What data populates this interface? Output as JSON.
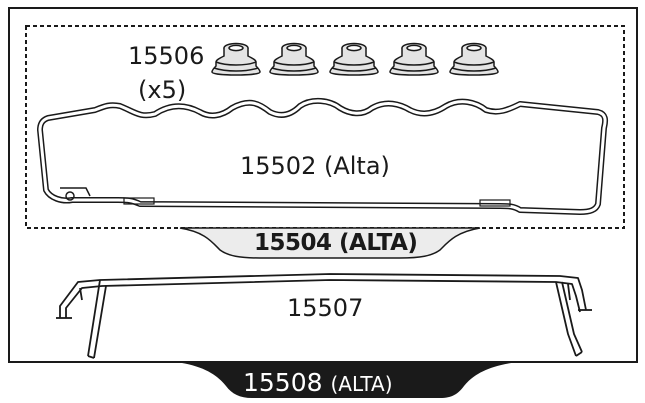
{
  "parts": {
    "seal": {
      "number": "15506",
      "qty": "(x5)"
    },
    "gasket": {
      "label": "15502 (Alta)"
    },
    "inner_tab": {
      "label": "15504 (ALTA)"
    },
    "frame": {
      "label": "15507"
    },
    "outer_tab": {
      "number": "15508",
      "suffix": "(ALTA)"
    }
  },
  "colors": {
    "stroke": "#1a1a1a",
    "tab": "#1a1a1a",
    "tab_text": "#ffffff"
  }
}
